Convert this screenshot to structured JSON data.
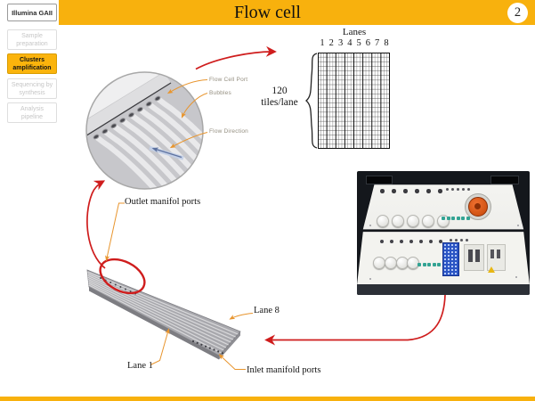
{
  "slide": {
    "title": "Flow cell",
    "page_number": "2"
  },
  "sidebar": {
    "items": [
      {
        "id": "illumina-gaii",
        "label": "Illumina GAII",
        "state": "brand"
      },
      {
        "id": "sample-preparation",
        "label": "Sample\npreparation",
        "state": "inactive"
      },
      {
        "id": "clusters-amplification",
        "label": "Clusters\namplification",
        "state": "active"
      },
      {
        "id": "sequencing-by-synthesis",
        "label": "Sequencing by\nsynthesis",
        "state": "inactive"
      },
      {
        "id": "analysis-pipeline",
        "label": "Analysis\npipeline",
        "state": "inactive"
      }
    ]
  },
  "zoom_inset": {
    "callouts": {
      "port": "Flow Cell Port",
      "bubbles": "Bubbles",
      "flow_direction": "Flow Direction"
    }
  },
  "tile_grid": {
    "title": "Lanes",
    "lane_numbers": [
      "1",
      "2",
      "3",
      "4",
      "5",
      "6",
      "7",
      "8"
    ],
    "side_label": "120\ntiles/lane",
    "lanes": 8,
    "tiles_per_lane": 120,
    "subcolumns_per_lane": 3,
    "rows_drawn": 21
  },
  "flowcell": {
    "labels": {
      "outlet": "Outlet manifol ports",
      "lane8": "Lane 8",
      "lane1": "Lane 1",
      "inlet": "Inlet manifold ports"
    }
  },
  "colors": {
    "header_orange": "#F8B10D",
    "active_step_orange": "#FBB40C",
    "arrow_red": "#CF1D1D",
    "callout_line_orange": "#E8952E",
    "led_teal": "#33A393",
    "instrument_red_knob": "#E25912",
    "instrument_blue_module": "#2B55C4"
  }
}
